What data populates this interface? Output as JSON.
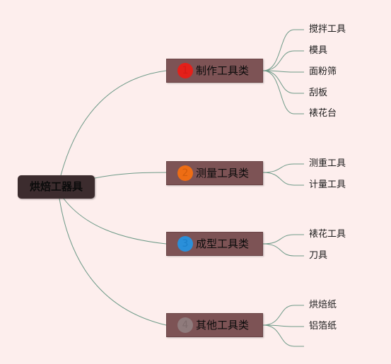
{
  "root": {
    "label": "烘焙工器具",
    "color": "#3c2c2e"
  },
  "branches": [
    {
      "number": "1",
      "label": "制作工具类",
      "badge_color": "#e4201a",
      "number_color": "#d51a15",
      "leaves": [
        "搅拌工具",
        "模具",
        "面粉筛",
        "刮板",
        "裱花台"
      ]
    },
    {
      "number": "2",
      "label": "测量工具类",
      "badge_color": "#ee6d14",
      "number_color": "#d25c0c",
      "leaves": [
        "测重工具",
        "计量工具"
      ]
    },
    {
      "number": "3",
      "label": "成型工具类",
      "badge_color": "#2a8fd9",
      "number_color": "#1c7fc9",
      "leaves": [
        "裱花工具",
        "刀具"
      ]
    },
    {
      "number": "4",
      "label": "其他工具类",
      "badge_color": "#8f7b7c",
      "number_color": "#7e6b6c",
      "leaves": [
        "烘焙纸",
        "铝箔纸",
        ""
      ]
    }
  ],
  "line_color": "#6e9a88",
  "background": "#fdeeed"
}
